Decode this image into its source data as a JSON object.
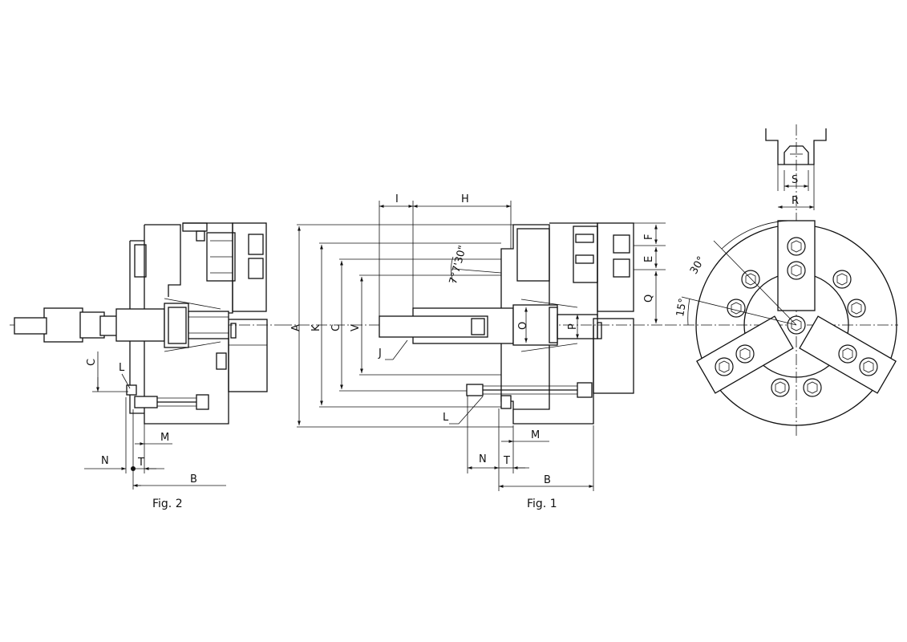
{
  "figures": {
    "fig1_caption": "Fig. 1",
    "fig2_caption": "Fig. 2"
  },
  "dimensions": {
    "A": "A",
    "B": "B",
    "C": "C",
    "E": "E",
    "F": "F",
    "H": "H",
    "I": "I",
    "J": "J",
    "K": "K",
    "L": "L",
    "M": "M",
    "N": "N",
    "O": "O",
    "P": "P",
    "Q": "Q",
    "R": "R",
    "S": "S",
    "T": "T",
    "V": "V"
  },
  "angles": {
    "taper": "7°7'30\"",
    "a30": "30°",
    "a15": "15°"
  },
  "colors": {
    "line": "#111111",
    "background": "#ffffff"
  }
}
